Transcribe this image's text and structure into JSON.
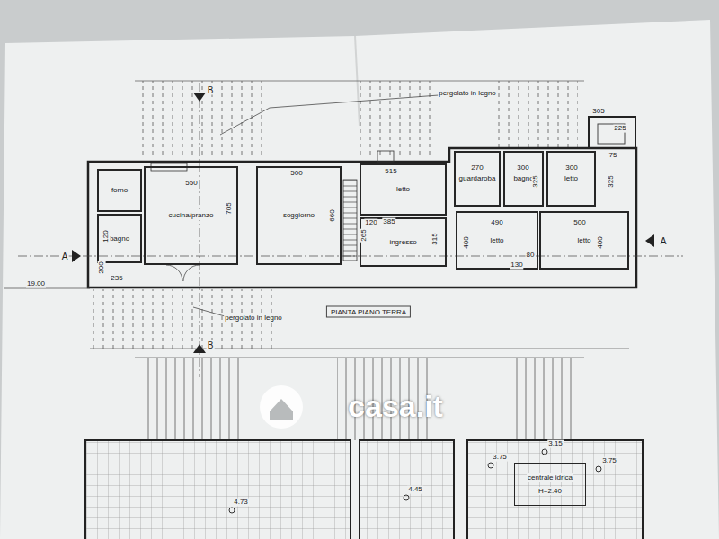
{
  "diagram": {
    "title": "PIANTA PIANO TERRA",
    "nodes": [
      {
        "text": [
          "forno"
        ]
      },
      {
        "text": [
          "bagno"
        ]
      },
      {
        "text": [
          "cucina/pranzo"
        ]
      },
      {
        "text": [
          "soggiorno"
        ]
      },
      {
        "text": [
          "letto"
        ]
      },
      {
        "text": [
          "ingresso"
        ]
      },
      {
        "text": [
          "guardaroba"
        ]
      },
      {
        "text": [
          "bagno"
        ]
      },
      {
        "text": [
          "letto"
        ]
      },
      {
        "text": [
          "letto"
        ]
      },
      {
        "text": [
          "letto"
        ]
      },
      {
        "text": [
          "centrale idrica",
          "H=2.40"
        ]
      }
    ],
    "labels": [
      "pergolato in legno",
      "pergolato in legno",
      "550",
      "500",
      "515",
      "270",
      "300",
      "300",
      "305",
      "225",
      "75",
      "705",
      "660",
      "385",
      "325",
      "325",
      "490",
      "500",
      "400",
      "400",
      "315",
      "130",
      "80",
      "235",
      "200",
      "120",
      "265",
      "120",
      "19.00",
      "A",
      "A",
      "B",
      "B",
      "4.73",
      "4.45",
      "3.75",
      "3.15",
      "3.75",
      "casa.it"
    ]
  }
}
